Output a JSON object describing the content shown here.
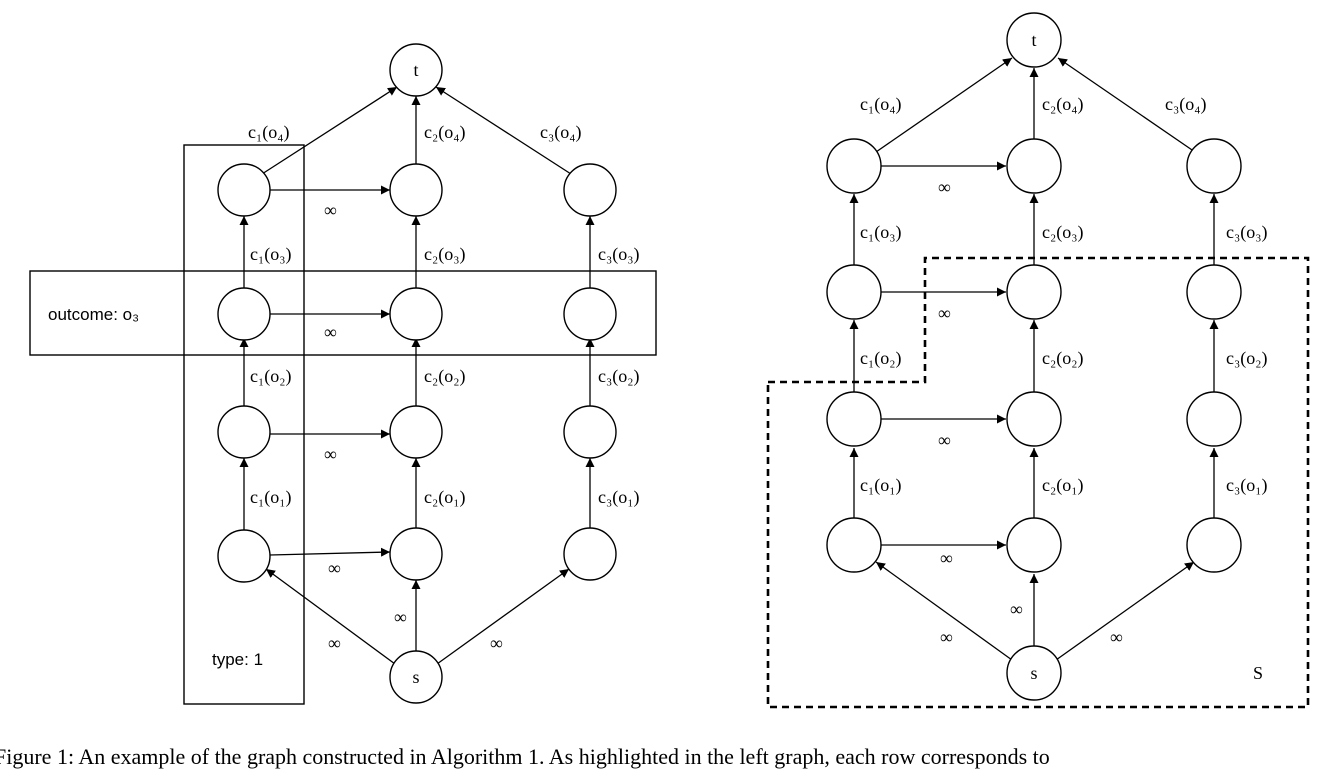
{
  "left": {
    "node_t": "t",
    "node_s": "s",
    "row_label": "outcome: o₃",
    "col_label": "type: 1",
    "top_labels": [
      "c₁(o₄)",
      "c₂(o₄)",
      "c₃(o₄)"
    ],
    "rows": [
      [
        "c₁(o₃)",
        "c₂(o₃)",
        "c₃(o₃)"
      ],
      [
        "c₁(o₂)",
        "c₂(o₂)",
        "c₃(o₂)"
      ],
      [
        "c₁(o₁)",
        "c₂(o₁)",
        "c₃(o₁)"
      ]
    ],
    "inf": "∞"
  },
  "right": {
    "node_t": "t",
    "node_s": "s",
    "set_label": "S",
    "top_labels": [
      "c₁(o₄)",
      "c₂(o₄)",
      "c₃(o₄)"
    ],
    "rows": [
      [
        "c₁(o₃)",
        "c₂(o₃)",
        "c₃(o₃)"
      ],
      [
        "c₁(o₂)",
        "c₂(o₂)",
        "c₃(o₂)"
      ],
      [
        "c₁(o₁)",
        "c₂(o₁)",
        "c₃(o₁)"
      ]
    ],
    "inf": "∞"
  },
  "caption": "Figure 1: An example of the graph constructed in Algorithm 1. As highlighted in the left graph, each row corresponds to"
}
